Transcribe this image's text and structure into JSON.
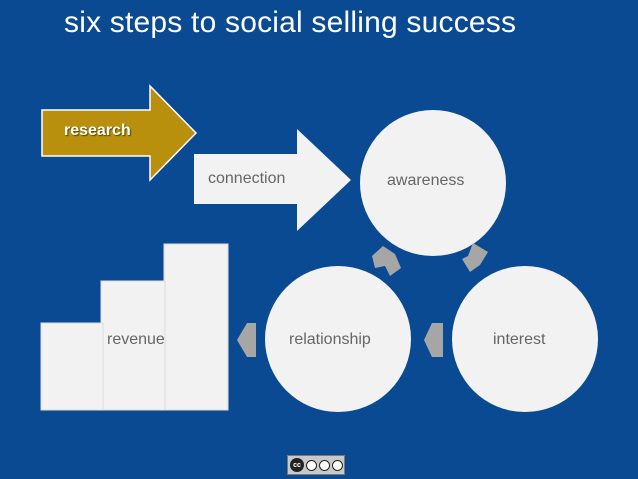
{
  "title": "six steps to social selling success",
  "steps": {
    "research": "research",
    "connection": "connection",
    "awareness": "awareness",
    "interest": "interest",
    "relationship": "relationship",
    "revenue": "revenue"
  },
  "colors": {
    "background": "#0a4a93",
    "research_arrow": "#b8900e",
    "shapes": "#f2f2f2",
    "cycle_arrows": "#a6a6a6",
    "label_text": "#666666"
  },
  "icons": {
    "license_badge": "creative-commons-by-nc-sa-icon"
  }
}
